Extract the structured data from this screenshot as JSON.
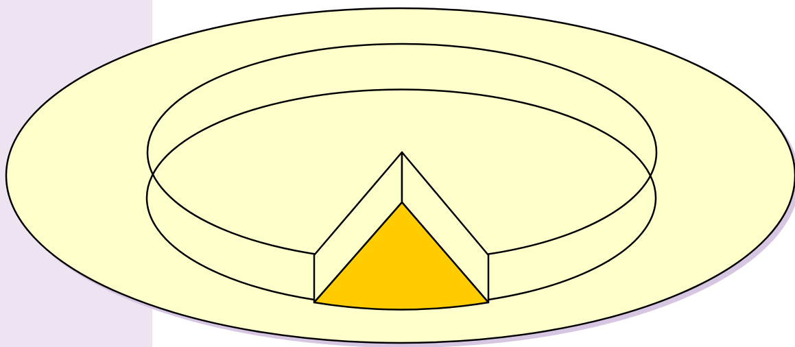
{
  "diagram": {
    "colors": {
      "panel": "#ede3f1",
      "shadow": "#d6c6e2",
      "plate": "#ffffcc",
      "cake": "#ffffcc",
      "slice": "#ffcc00",
      "outline": "#000000"
    },
    "shapes": [
      "plate",
      "cake-ring",
      "cut-slice"
    ]
  }
}
